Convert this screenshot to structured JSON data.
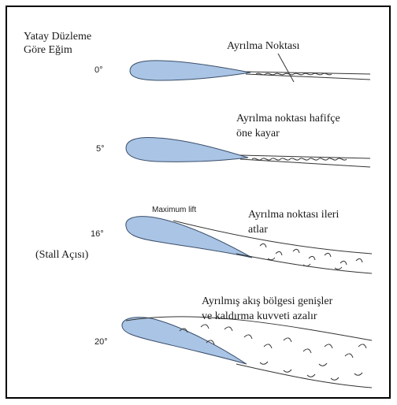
{
  "header": {
    "line1": "Yatay Düzleme",
    "line2": "Göre Eğim"
  },
  "rows": [
    {
      "angle": "0°",
      "caption_lines": [
        "Ayrılma Noktası"
      ]
    },
    {
      "angle": "5°",
      "caption_lines": [
        "Ayrılma noktası hafifçe",
        "öne kayar"
      ]
    },
    {
      "angle": "16°",
      "sub_label": "(Stall Açısı)",
      "badge": "Maximum lift",
      "caption_lines": [
        "Ayrılma noktası ileri",
        "atlar"
      ]
    },
    {
      "angle": "20°",
      "caption_lines": [
        "Ayrılmış akış bölgesi genişler",
        "ve kaldırma kuvveti azalır"
      ]
    }
  ],
  "colors": {
    "airfoil_fill": "#a9c4e4",
    "airfoil_stroke": "#3a4e6a",
    "border": "#000000"
  }
}
